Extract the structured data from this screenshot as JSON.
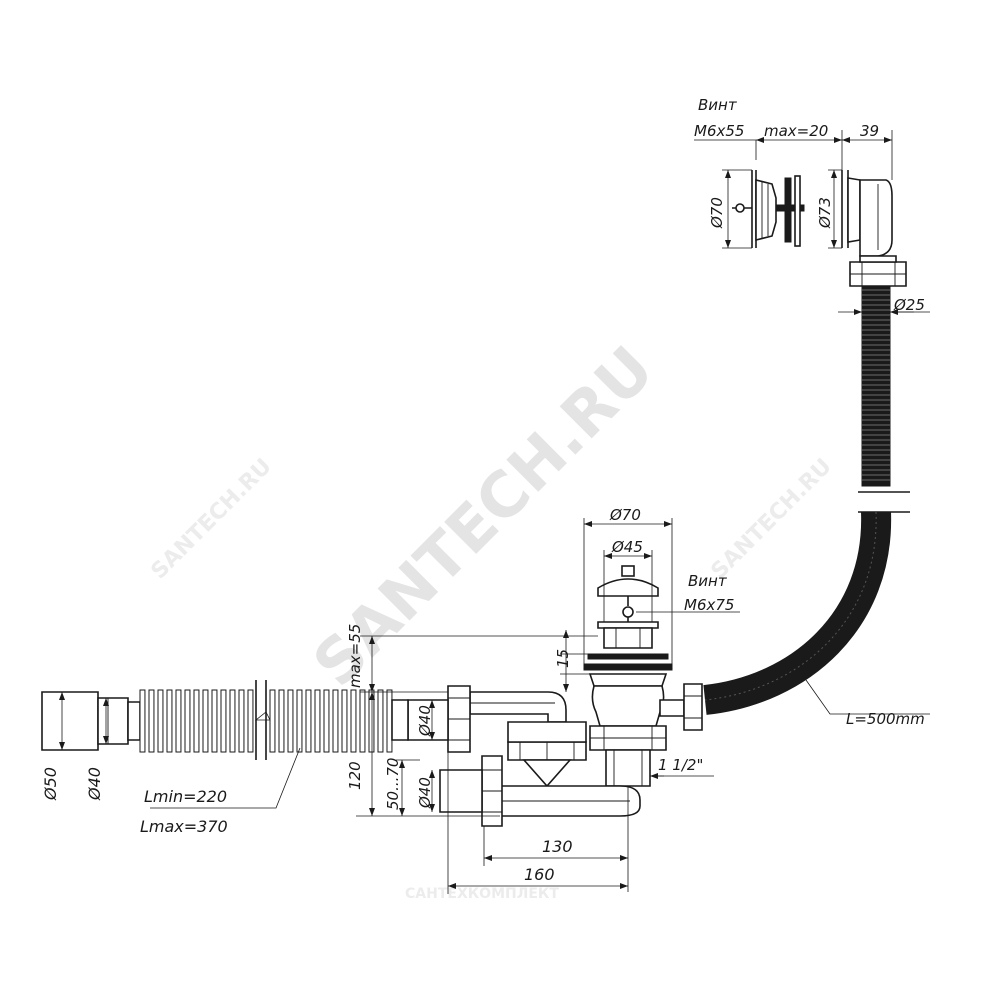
{
  "watermark": {
    "main": "SANTECH.RU",
    "small": "SANTECH.RU",
    "brand": "САНТЕХКОМПЛЕКТ"
  },
  "top_assembly": {
    "screw_label": "Винт",
    "screw_size": "M6x55",
    "max_label": "max=20",
    "width_39": "39",
    "dia_70": "Ø70",
    "dia_73": "Ø73"
  },
  "hose": {
    "dia_25": "Ø25",
    "length": "L=500mm"
  },
  "drain": {
    "dia_70": "Ø70",
    "dia_45": "Ø45",
    "screw_label": "Винт",
    "screw_size": "M6x75",
    "h_15": "15",
    "thread": "1 1/2\""
  },
  "siphon": {
    "max_55": "max=55",
    "h_120": "120",
    "h_50_70": "50...70",
    "dia_40_top": "Ø40",
    "dia_40_low": "Ø40",
    "w_130": "130",
    "w_160": "160"
  },
  "corrugated": {
    "dia_50": "Ø50",
    "dia_40": "Ø40",
    "lmin": "Lmin=220",
    "lmax": "Lmax=370"
  }
}
